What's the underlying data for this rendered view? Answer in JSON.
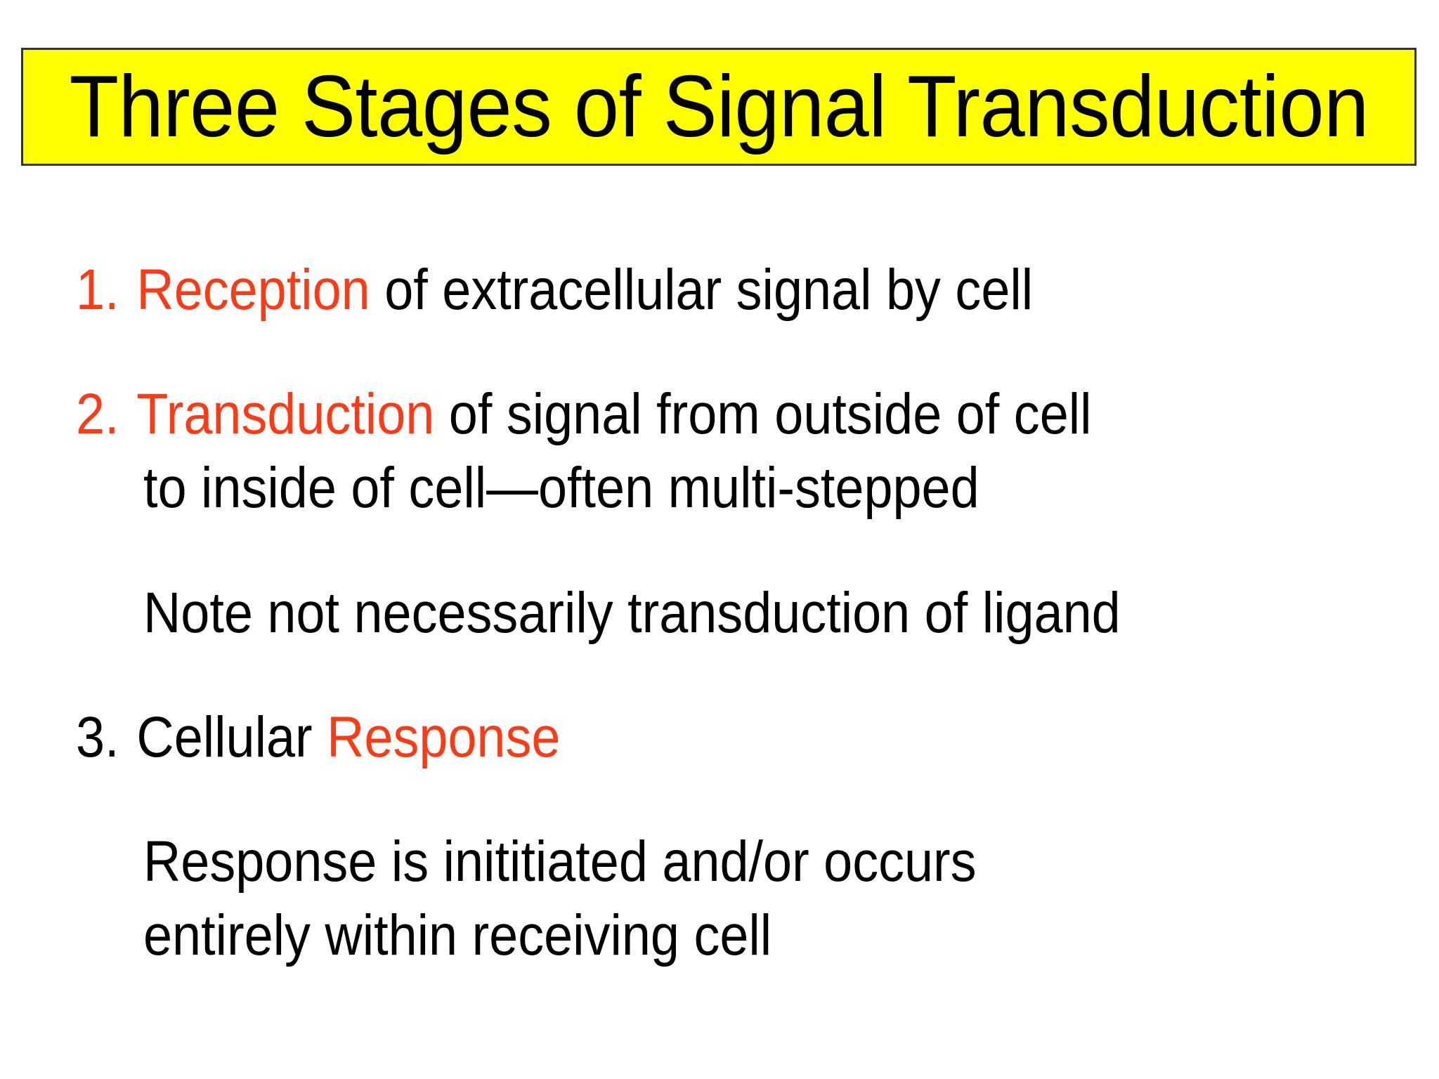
{
  "slide": {
    "title": "Three Stages of Signal Transduction",
    "background_color": "#FFFFFF",
    "title_background_color": "#FFFF00",
    "title_border_color": "#333333",
    "accent_color": "#FB3B15",
    "text_color": "#000000"
  },
  "bullets": [
    {
      "number": "1.",
      "number_color": "#FB3B15",
      "keyword": "Reception",
      "keyword_color": "#FB3B15",
      "rest": " of extracellular signal by cell"
    },
    {
      "number": "2.",
      "number_color": "#FB3B15",
      "keyword": "Transduction",
      "keyword_color": "#FB3B15",
      "rest": " of signal from outside of cell",
      "continuation": "to inside of cell—often multi-stepped"
    },
    {
      "number": "3.",
      "number_color": "#000000",
      "lead": "Cellular ",
      "keyword": "Response",
      "keyword_color": "#FB3B15",
      "rest": ""
    }
  ],
  "notes": {
    "note_line": "Note not necessarily transduction of ligand",
    "response_line_1": "Response is inititiated and/or occurs",
    "response_line_2": "entirely within receiving cell"
  }
}
